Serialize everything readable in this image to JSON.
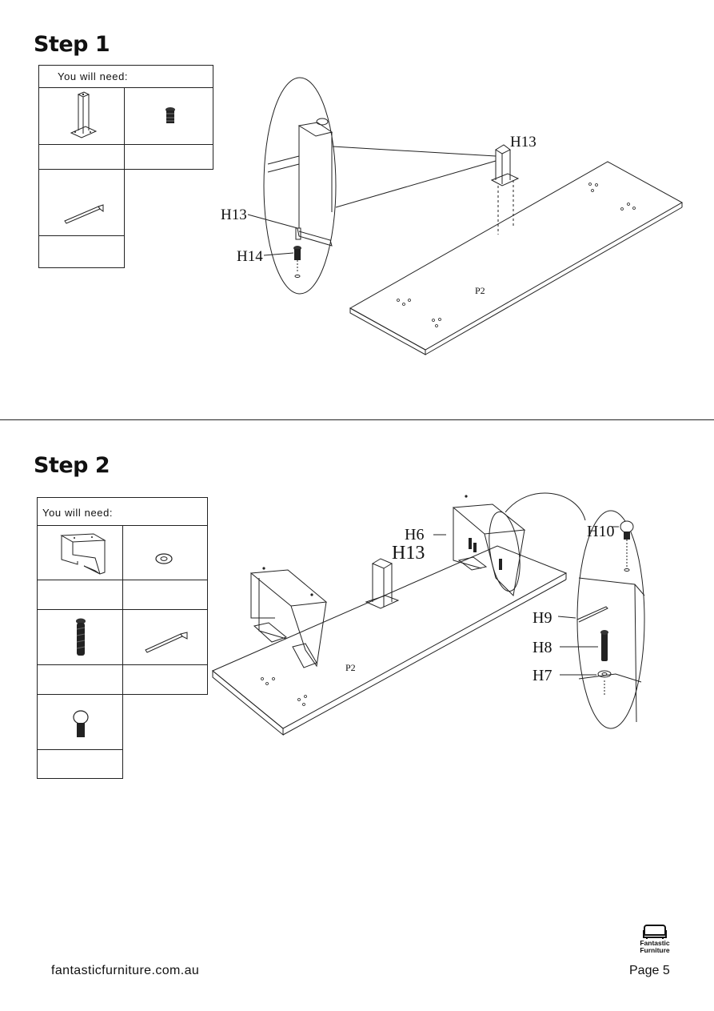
{
  "step1": {
    "title": "Step 1",
    "you_will_need": "You will need:",
    "labels": {
      "h13_a": "H13",
      "h13_b": "H13",
      "h14": "H14",
      "panel": "P2"
    }
  },
  "step2": {
    "title": "Step 2",
    "you_will_need": "You will need:",
    "labels": {
      "h6": "H6",
      "h13": "H13",
      "h10": "H10",
      "h9": "H9",
      "h8": "H8",
      "h7": "H7",
      "panel": "P2"
    }
  },
  "footer": {
    "url": "fantasticfurniture.com.au",
    "page": "Page 5",
    "brand_line1": "Fantastic",
    "brand_line2": "Furniture"
  }
}
